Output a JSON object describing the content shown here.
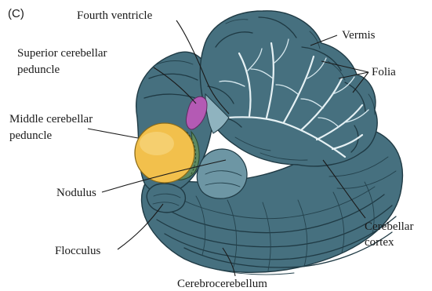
{
  "figure": {
    "panel_label": "(C)",
    "labels": {
      "fourth_ventricle": "Fourth ventricle",
      "vermis": "Vermis",
      "superior_peduncle_line1": "Superior cerebellar",
      "superior_peduncle_line2": "peduncle",
      "folia": "Folia",
      "middle_peduncle_line1": "Middle cerebellar",
      "middle_peduncle_line2": "peduncle",
      "nodulus": "Nodulus",
      "cerebellar_cortex_line1": "Cerebellar",
      "cerebellar_cortex_line2": "cortex",
      "flocculus": "Flocculus",
      "cerebrocerebellum": "Cerebrocerebellum"
    },
    "colors": {
      "cortex": "#46707f",
      "cortex_light": "#6d96a4",
      "middle_peduncle": "#f2c04c",
      "superior_peduncle": "#b45ab4",
      "white_matter": "#e6f1f4"
    }
  }
}
